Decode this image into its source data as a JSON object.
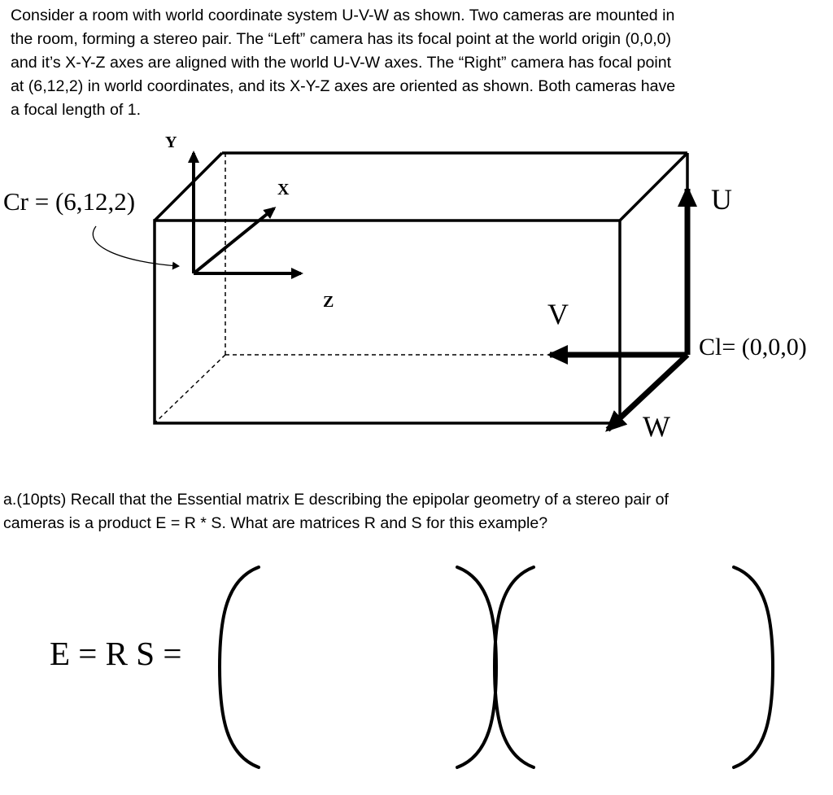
{
  "intro_lines": [
    "Consider a room with world coordinate system U-V-W as shown.  Two cameras are mounted in",
    "the room, forming a stereo pair.  The “Left” camera has its focal point at the world origin (0,0,0)",
    "and it’s X-Y-Z axes are aligned with the world U-V-W axes.  The “Right” camera has focal point",
    "at (6,12,2) in world coordinates, and its X-Y-Z axes are oriented as shown. Both cameras have",
    "a focal length of 1."
  ],
  "figure": {
    "right_camera_label": "Cr = (6,12,2)",
    "left_camera_label": "Cl= (0,0,0)",
    "axis_y": "Y",
    "axis_x": "X",
    "axis_z": "Z",
    "axis_u": "U",
    "axis_v": "V",
    "axis_w": "W"
  },
  "question_lines": [
    "a.(10pts) Recall that the Essential matrix E describing the epipolar geometry of a stereo pair of",
    "cameras is a product E = R * S.  What are matrices R and S for this example?"
  ],
  "equation_label": "E = R S ="
}
